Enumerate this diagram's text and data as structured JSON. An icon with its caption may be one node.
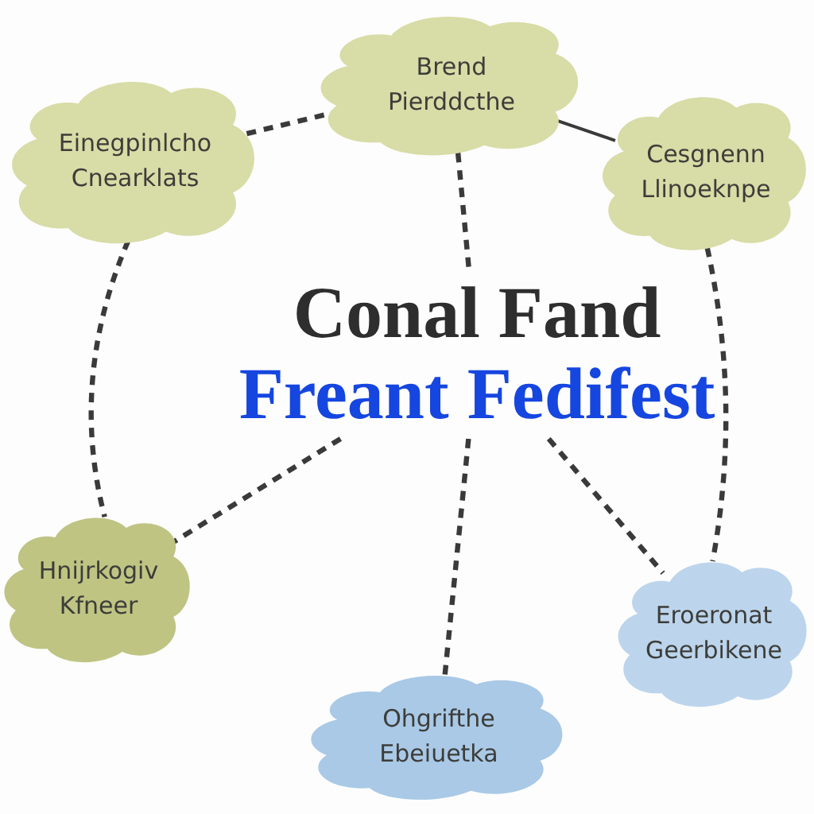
{
  "diagram": {
    "nodes": [
      {
        "text": [
          "Einegpinlcho",
          "Cnearklats"
        ]
      },
      {
        "text": [
          "Brend",
          "Pierddcthe"
        ]
      },
      {
        "text": [
          "Cesgnenn",
          "Llinoeknpe"
        ]
      },
      {
        "text": [
          "Conal Fand",
          "Freant Fedifest"
        ]
      },
      {
        "text": [
          "Hnijrkogiv",
          "Kfneer"
        ]
      },
      {
        "text": [
          "Ohgrifthe",
          "Ebeiuetka"
        ]
      },
      {
        "text": [
          "Eroeronat",
          "Geerbikene"
        ]
      }
    ],
    "edges": [
      {
        "from": 0,
        "to": 1,
        "arrow": "none",
        "style": "dashed"
      },
      {
        "from": 1,
        "to": 2,
        "arrow": "none"
      },
      {
        "from": 1,
        "to": 3,
        "arrow": "none",
        "style": "dashed"
      },
      {
        "from": 0,
        "to": 4,
        "arrow": "none",
        "style": "dashed"
      },
      {
        "from": 2,
        "to": 6,
        "arrow": "none",
        "style": "dashed"
      },
      {
        "from": 3,
        "to": 4,
        "arrow": "none",
        "style": "dashed"
      },
      {
        "from": 3,
        "to": 5,
        "arrow": "none",
        "style": "dashed"
      },
      {
        "from": 3,
        "to": 6,
        "arrow": "none",
        "style": "dashed"
      }
    ]
  }
}
